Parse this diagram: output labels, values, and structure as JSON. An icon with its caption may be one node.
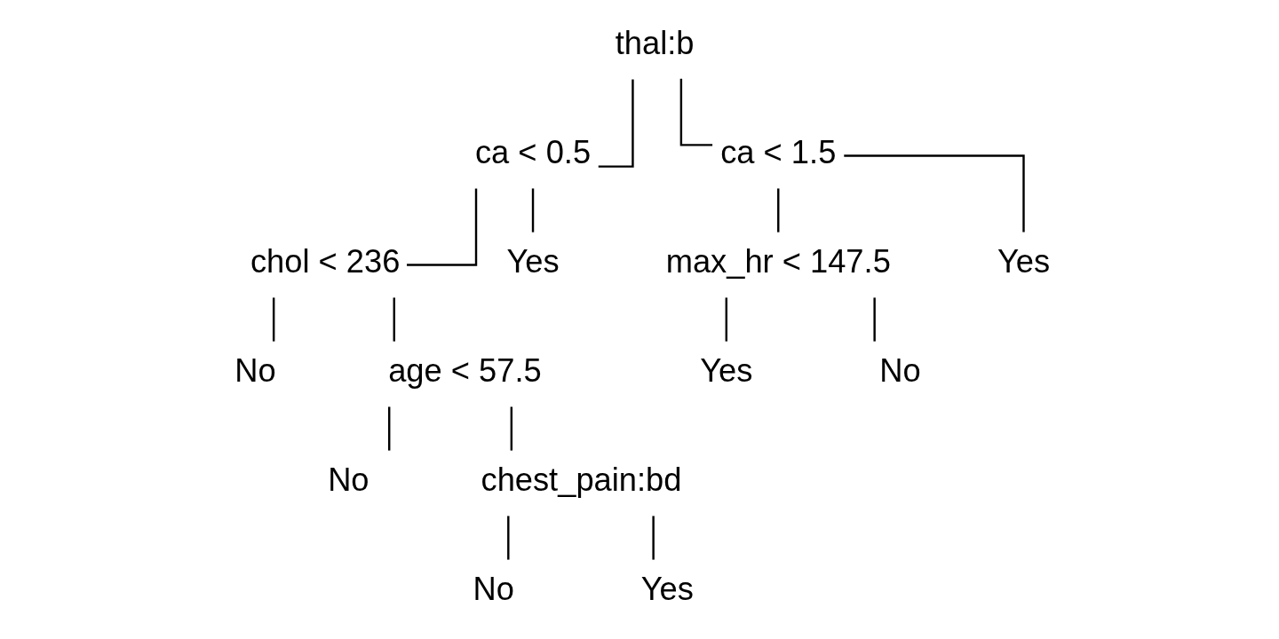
{
  "diagram": {
    "nodes": [
      {
        "text": [
          "thal:b"
        ]
      },
      {
        "text": [
          "ca < 0.5"
        ]
      },
      {
        "text": [
          "chol < 236"
        ]
      },
      {
        "text": [
          "No"
        ]
      },
      {
        "text": [
          "age < 57.5"
        ]
      },
      {
        "text": [
          "No"
        ]
      },
      {
        "text": [
          "chest_pain:bd"
        ]
      },
      {
        "text": [
          "No"
        ]
      },
      {
        "text": [
          "Yes"
        ]
      },
      {
        "text": [
          "Yes"
        ]
      },
      {
        "text": [
          "ca < 1.5"
        ]
      },
      {
        "text": [
          "max_hr < 147.5"
        ]
      },
      {
        "text": [
          "Yes"
        ]
      },
      {
        "text": [
          "No"
        ]
      },
      {
        "text": [
          "Yes"
        ]
      }
    ],
    "edges": [
      {
        "from": 0,
        "to": 1,
        "arrow": "none"
      },
      {
        "from": 0,
        "to": 10,
        "arrow": "none"
      },
      {
        "from": 1,
        "to": 2,
        "arrow": "none"
      },
      {
        "from": 1,
        "to": 9,
        "arrow": "none"
      },
      {
        "from": 2,
        "to": 3,
        "arrow": "none"
      },
      {
        "from": 2,
        "to": 4,
        "arrow": "none"
      },
      {
        "from": 4,
        "to": 5,
        "arrow": "none"
      },
      {
        "from": 4,
        "to": 6,
        "arrow": "none"
      },
      {
        "from": 6,
        "to": 7,
        "arrow": "none"
      },
      {
        "from": 6,
        "to": 8,
        "arrow": "none"
      },
      {
        "from": 10,
        "to": 11,
        "arrow": "none"
      },
      {
        "from": 10,
        "to": 14,
        "arrow": "none"
      },
      {
        "from": 11,
        "to": 12,
        "arrow": "none"
      },
      {
        "from": 11,
        "to": 13,
        "arrow": "none"
      }
    ]
  }
}
